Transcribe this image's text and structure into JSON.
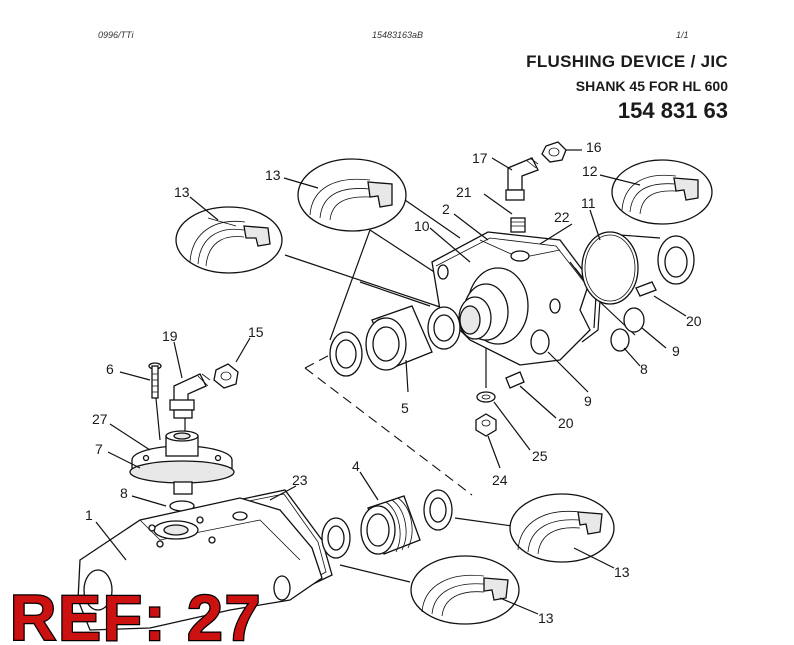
{
  "header": {
    "left_code": "0996/TTi",
    "center_code": "15483163aB",
    "page_number": "1/1",
    "title_line1": "FLUSHING  DEVICE / JIC",
    "title_line2": "SHANK 45 FOR HL 600",
    "part_number": "154 831 63"
  },
  "callouts": {
    "c1": "1",
    "c2": "2",
    "c4": "4",
    "c5": "5",
    "c6": "6",
    "c7": "7",
    "c8a": "8",
    "c8b": "8",
    "c9a": "9",
    "c9b": "9",
    "c10": "10",
    "c11": "11",
    "c12": "12",
    "c13a": "13",
    "c13b": "13",
    "c13c": "13",
    "c13d": "13",
    "c15": "15",
    "c16": "16",
    "c17": "17",
    "c19": "19",
    "c20a": "20",
    "c20b": "20",
    "c21": "21",
    "c22": "22",
    "c23": "23",
    "c24": "24",
    "c25": "25",
    "c27": "27"
  },
  "overlay": {
    "ref_label": "REF: 27",
    "color": "#cc1111"
  }
}
